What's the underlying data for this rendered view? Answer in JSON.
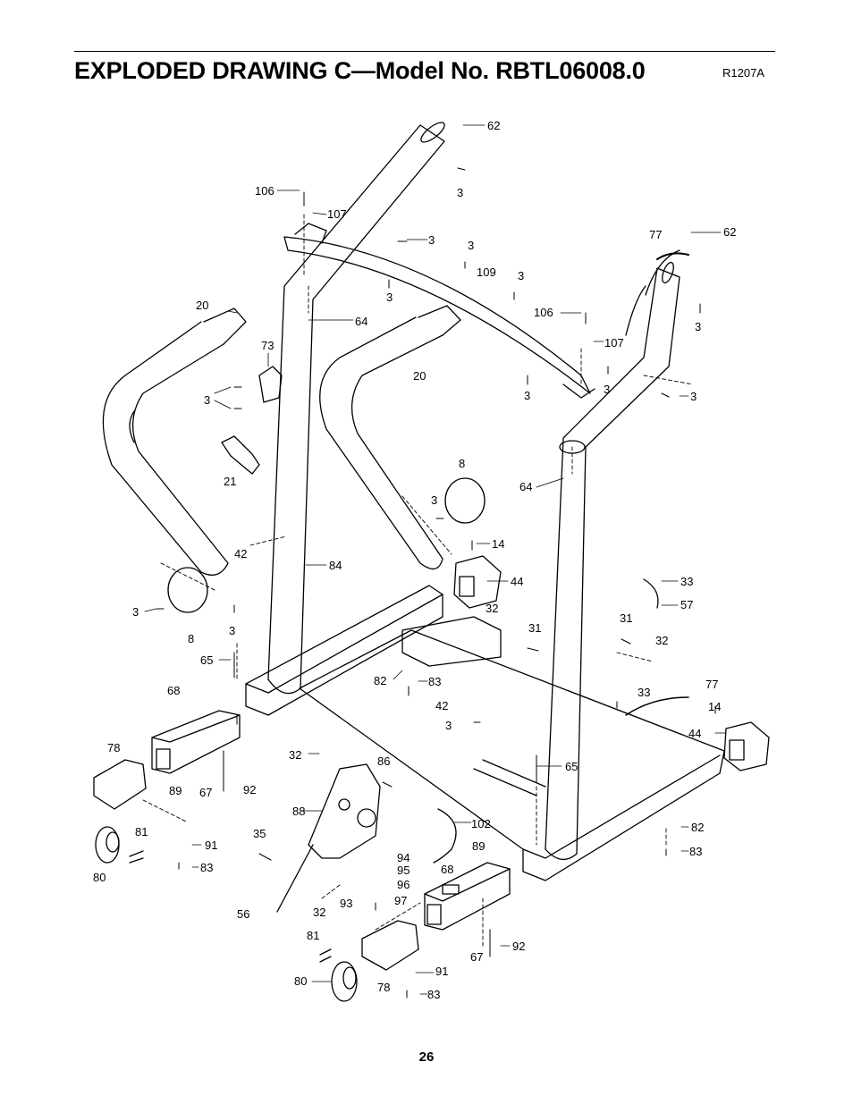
{
  "title": "EXPLODED DRAWING C—Model No. RBTL06008.0",
  "drawing_code": "R1207A",
  "page_number": "26",
  "part_labels": [
    "62",
    "3",
    "106",
    "107",
    "3",
    "3",
    "109",
    "3",
    "3",
    "62",
    "77",
    "3",
    "106",
    "107",
    "20",
    "64",
    "73",
    "3",
    "20",
    "3",
    "3",
    "3",
    "21",
    "8",
    "3",
    "64",
    "14",
    "42",
    "84",
    "44",
    "3",
    "8",
    "3",
    "33",
    "57",
    "65",
    "32",
    "31",
    "31",
    "32",
    "82",
    "83",
    "68",
    "42",
    "3",
    "33",
    "77",
    "14",
    "78",
    "32",
    "86",
    "65",
    "44",
    "89",
    "67",
    "92",
    "88",
    "102",
    "81",
    "91",
    "80",
    "83",
    "35",
    "94",
    "95",
    "96",
    "82",
    "83",
    "89",
    "68",
    "56",
    "32",
    "93",
    "97",
    "81",
    "67",
    "92",
    "80",
    "78",
    "91",
    "83"
  ]
}
